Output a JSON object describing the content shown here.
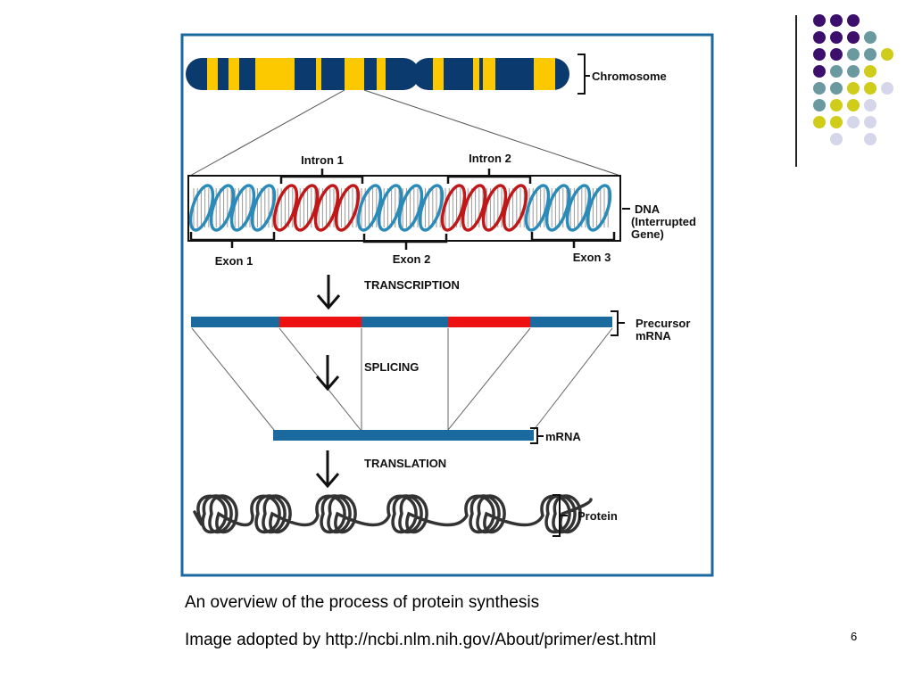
{
  "slide": {
    "page_number": "6",
    "caption_line1": "An overview of the process of protein synthesis",
    "caption_line2": "Image adopted by http://ncbi.nlm.nih.gov/About/primer/est.html"
  },
  "decoration": {
    "dot_grid": {
      "rows": [
        [
          "purple",
          "purple",
          "purple",
          null,
          null
        ],
        [
          "purple",
          "purple",
          "purple",
          "teal",
          null
        ],
        [
          "purple",
          "purple",
          "teal",
          "teal",
          "yellow"
        ],
        [
          "purple",
          "teal",
          "teal",
          "yellow",
          null
        ],
        [
          "teal",
          "teal",
          "yellow",
          "yellow",
          "lavender"
        ],
        [
          "teal",
          "yellow",
          "yellow",
          "lavender",
          null
        ],
        [
          "yellow",
          "yellow",
          "lavender",
          "lavender",
          null
        ],
        [
          null,
          "lavender",
          null,
          "lavender",
          null
        ]
      ],
      "colors": {
        "purple": "#3b0f6b",
        "teal": "#6a9aa0",
        "yellow": "#cfcc1a",
        "lavender": "#d6d6ea"
      }
    }
  },
  "diagram": {
    "colors": {
      "frame": "#1a6aa0",
      "chromosome_dark": "#0b3a6e",
      "chromosome_light": "#fcc800",
      "exon": "#1a6aa0",
      "intron": "#ee1111",
      "dna_exon": "#2a8ab8",
      "dna_intron": "#c01818",
      "protein": "#333333"
    },
    "labels": {
      "chromosome": "Chromosome",
      "intron1": "Intron 1",
      "intron2": "Intron 2",
      "exon1": "Exon 1",
      "exon2": "Exon 2",
      "exon3": "Exon 3",
      "dna_line1": "DNA",
      "dna_line2": "(Interrupted",
      "dna_line3": "Gene)",
      "transcription": "TRANSCRIPTION",
      "precursor_line1": "Precursor",
      "precursor_line2": "mRNA",
      "splicing": "SPLICING",
      "mrna": "mRNA",
      "translation": "TRANSLATION",
      "protein": "Protein"
    },
    "gene_segments": [
      {
        "name": "Exon 1",
        "type": "exon"
      },
      {
        "name": "Intron 1",
        "type": "intron"
      },
      {
        "name": "Exon 2",
        "type": "exon"
      },
      {
        "name": "Intron 2",
        "type": "intron"
      },
      {
        "name": "Exon 3",
        "type": "exon"
      }
    ],
    "steps": [
      "TRANSCRIPTION",
      "SPLICING",
      "TRANSLATION"
    ]
  }
}
